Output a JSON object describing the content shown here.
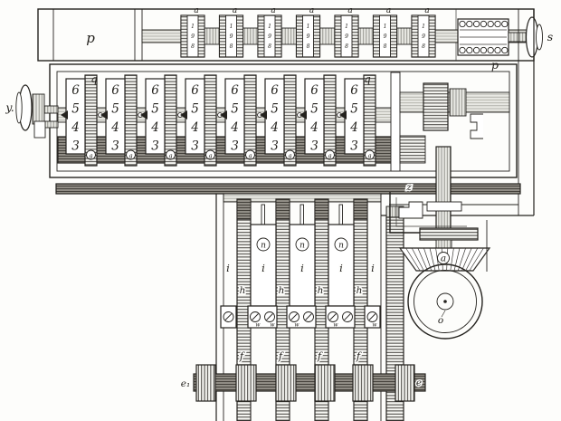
{
  "palette": {
    "ink": "#24221e",
    "paper": "#fdfdfb"
  },
  "drawing": {
    "top_register": {
      "panel_label": "p",
      "spring_label": "p",
      "crank_label": "s",
      "wheel_label": "a",
      "wheel_count": 7,
      "wheel_digits": [
        "1",
        "9",
        "8"
      ]
    },
    "setting_mechanism": {
      "knob_label": "y.",
      "frame_label_left": "q",
      "frame_label_right": "q",
      "dial_count": 8,
      "dial_digits": [
        "6",
        "5",
        "4",
        "3"
      ],
      "collar_label": "g"
    },
    "carriage": {
      "slide_label": "i",
      "slide_count": 5,
      "circled_label": "n",
      "circled_count": 3,
      "pawl_label": "h",
      "pawl_count": 4,
      "screw_count": 8,
      "screw_mark": "w",
      "screw_mark_count": 5,
      "rack_label": "f",
      "rack_count": 4
    },
    "drive": {
      "lever_label": "z",
      "bevel_label": "a",
      "wheel_hub_label": "o",
      "pinion_label": "e",
      "left_pinion_label": "e₁"
    }
  }
}
